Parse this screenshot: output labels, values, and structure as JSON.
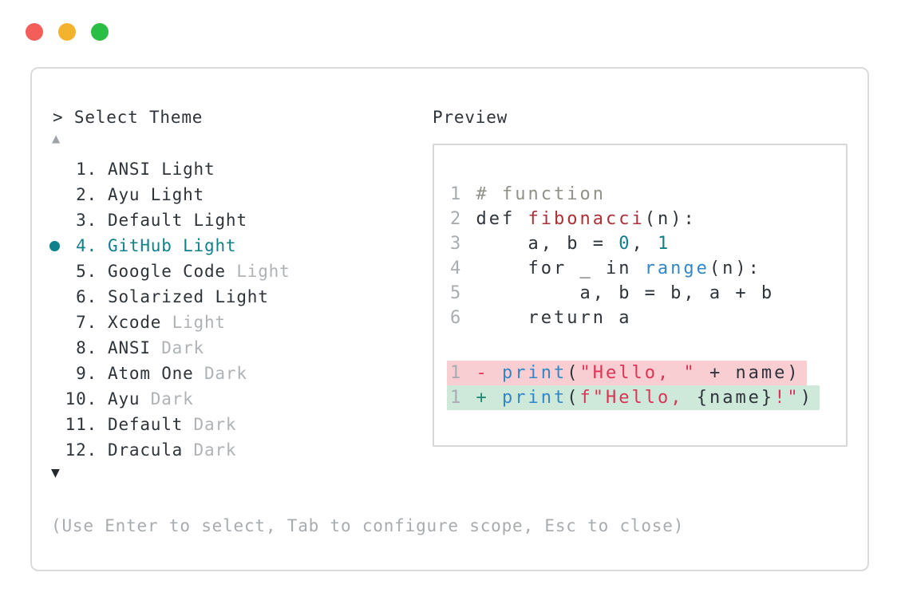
{
  "colors": {
    "text": "#2F343A",
    "muted": "#AFB3B6",
    "accent_teal": "#10808A",
    "help_text": "#A8ACAF",
    "arrow_disabled": "#A0A4A8",
    "arrow_enabled": "#25292D",
    "window_border": "#DBDBDB",
    "panel_border": "#D7D7D7",
    "linenum": "#A9ADB0",
    "comment": "#8F9289",
    "function_name": "#AA3138",
    "number_literal": "#10808A",
    "builtin": "#3287C6",
    "string": "#DC3356",
    "diff_removed_marker": "#DC3356",
    "diff_added_marker": "#1E8A74",
    "diff_removed_bg": "#F8CED2",
    "diff_added_bg": "#CEE8D9",
    "traffic_red": "#F35E58",
    "traffic_yellow": "#F3B32C",
    "traffic_green": "#2ABE45"
  },
  "selector": {
    "prompt": "> Select Theme",
    "scroll_up_icon": "▲",
    "scroll_down_icon": "▼",
    "items": [
      {
        "number": "1.",
        "name": "ANSI",
        "suffix": "Light",
        "suffix_muted": false,
        "selected": false
      },
      {
        "number": "2.",
        "name": "Ayu",
        "suffix": "Light",
        "suffix_muted": false,
        "selected": false
      },
      {
        "number": "3.",
        "name": "Default",
        "suffix": "Light",
        "suffix_muted": false,
        "selected": false
      },
      {
        "number": "4.",
        "name": "GitHub",
        "suffix": "Light",
        "suffix_muted": false,
        "selected": true
      },
      {
        "number": "5.",
        "name": "Google Code",
        "suffix": "Light",
        "suffix_muted": true,
        "selected": false
      },
      {
        "number": "6.",
        "name": "Solarized",
        "suffix": "Light",
        "suffix_muted": false,
        "selected": false
      },
      {
        "number": "7.",
        "name": "Xcode",
        "suffix": "Light",
        "suffix_muted": true,
        "selected": false
      },
      {
        "number": "8.",
        "name": "ANSI",
        "suffix": "Dark",
        "suffix_muted": true,
        "selected": false
      },
      {
        "number": "9.",
        "name": "Atom One",
        "suffix": "Dark",
        "suffix_muted": true,
        "selected": false
      },
      {
        "number": "10.",
        "name": "Ayu",
        "suffix": "Dark",
        "suffix_muted": true,
        "selected": false
      },
      {
        "number": "11.",
        "name": "Default",
        "suffix": "Dark",
        "suffix_muted": true,
        "selected": false
      },
      {
        "number": "12.",
        "name": "Dracula",
        "suffix": "Dark",
        "suffix_muted": true,
        "selected": false
      }
    ],
    "help": "(Use Enter to select, Tab to configure scope, Esc to close)"
  },
  "preview": {
    "title": "Preview",
    "code_lines": [
      {
        "num": "1",
        "tokens": [
          {
            "t": "# function",
            "c": "comment"
          }
        ]
      },
      {
        "num": "2",
        "tokens": [
          {
            "t": "def ",
            "c": "text"
          },
          {
            "t": "fibonacci",
            "c": "function_name"
          },
          {
            "t": "(n):",
            "c": "text"
          }
        ]
      },
      {
        "num": "3",
        "tokens": [
          {
            "t": "    a, b = ",
            "c": "text"
          },
          {
            "t": "0",
            "c": "number_literal"
          },
          {
            "t": ", ",
            "c": "text"
          },
          {
            "t": "1",
            "c": "number_literal"
          }
        ]
      },
      {
        "num": "4",
        "tokens": [
          {
            "t": "    for _ in ",
            "c": "text"
          },
          {
            "t": "range",
            "c": "builtin"
          },
          {
            "t": "(n):",
            "c": "text"
          }
        ]
      },
      {
        "num": "5",
        "tokens": [
          {
            "t": "        a, b = b, a + b",
            "c": "text"
          }
        ]
      },
      {
        "num": "6",
        "tokens": [
          {
            "t": "    return a",
            "c": "text"
          }
        ]
      }
    ],
    "diff_lines": [
      {
        "num": "1",
        "kind": "removed",
        "tokens": [
          {
            "t": "- ",
            "c": "diff_removed_marker"
          },
          {
            "t": "print",
            "c": "builtin"
          },
          {
            "t": "(",
            "c": "text"
          },
          {
            "t": "\"Hello, \"",
            "c": "string"
          },
          {
            "t": " + name)",
            "c": "text"
          }
        ]
      },
      {
        "num": "1",
        "kind": "added",
        "tokens": [
          {
            "t": "+ ",
            "c": "diff_added_marker"
          },
          {
            "t": "print",
            "c": "builtin"
          },
          {
            "t": "(",
            "c": "text"
          },
          {
            "t": "f\"Hello, ",
            "c": "string"
          },
          {
            "t": "{name}",
            "c": "text"
          },
          {
            "t": "!\"",
            "c": "string"
          },
          {
            "t": ")",
            "c": "text"
          }
        ]
      }
    ]
  }
}
